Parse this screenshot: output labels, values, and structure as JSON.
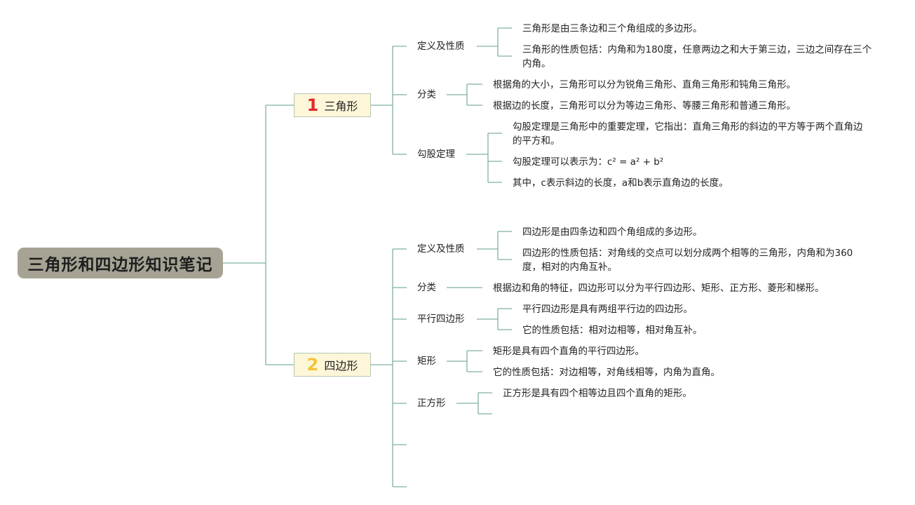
{
  "colors": {
    "root_bg": "#a6a394",
    "branch_bg": "#fdf6d8",
    "branch_border": "#b4c7b4",
    "line": "#7fb0a0",
    "num1": "#e02a2a",
    "num2": "#f2c43a"
  },
  "root": {
    "title": "三角形和四边形知识笔记"
  },
  "triangle": {
    "num": "1",
    "label": "三角形",
    "def": {
      "label": "定义及性质",
      "items": [
        "三角形是由三条边和三个角组成的多边形。",
        "三角形的性质包括：内角和为180度，任意两边之和大于第三边，三边之间存在三个内角。"
      ]
    },
    "cls": {
      "label": "分类",
      "items": [
        "根据角的大小，三角形可以分为锐角三角形、直角三角形和钝角三角形。",
        "根据边的长度，三角形可以分为等边三角形、等腰三角形和普通三角形。"
      ]
    },
    "pyth": {
      "label": "勾股定理",
      "items": [
        "勾股定理是三角形中的重要定理，它指出：直角三角形的斜边的平方等于两个直角边的平方和。",
        "勾股定理可以表示为：c² = a² + b²",
        "其中，c表示斜边的长度，a和b表示直角边的长度。"
      ]
    }
  },
  "quad": {
    "num": "2",
    "label": "四边形",
    "def": {
      "label": "定义及性质",
      "items": [
        "四边形是由四条边和四个角组成的多边形。",
        "四边形的性质包括：对角线的交点可以划分成两个相等的三角形，内角和为360度，相对的内角互补。"
      ]
    },
    "cls": {
      "label": "分类",
      "items": [
        "根据边和角的特征，四边形可以分为平行四边形、矩形、正方形、菱形和梯形。"
      ]
    },
    "para": {
      "label": "平行四边形",
      "items": [
        "平行四边形是具有两组平行边的四边形。",
        "它的性质包括：相对边相等，相对角互补。"
      ]
    },
    "rect": {
      "label": "矩形",
      "items": [
        "矩形是具有四个直角的平行四边形。",
        "它的性质包括：对边相等，对角线相等，内角为直角。"
      ]
    },
    "square": {
      "label": "正方形",
      "items": [
        "正方形是具有四个相等边且四个直角的矩形。"
      ]
    }
  }
}
